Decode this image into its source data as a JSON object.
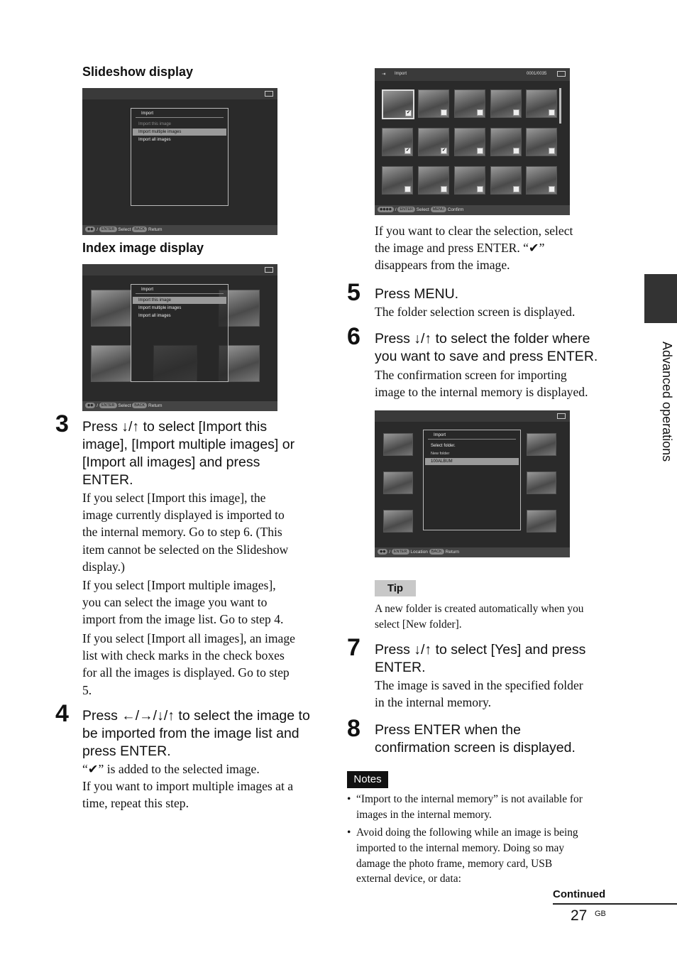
{
  "left": {
    "slideshow_heading": "Slideshow display",
    "index_heading": "Index image display",
    "step3": {
      "num": "3",
      "head": [
        "Press ↓/↑ to select [Import this",
        "image], [Import multiple images] or",
        "[Import all images] and press",
        "ENTER."
      ],
      "p1": [
        "If you select [Import this image], the",
        "image currently displayed is imported to",
        "the internal memory. Go to step 6. (This",
        "item cannot be selected on the Slideshow",
        "display.)"
      ],
      "p2": [
        "If you select [Import multiple images],",
        "you can select the image you want to",
        "import from the image list. Go to step 4."
      ],
      "p3": [
        "If you select [Import all images], an image",
        "list with check marks in the check boxes",
        "for all the images is displayed. Go to step",
        "5."
      ]
    },
    "step4": {
      "num": "4",
      "head": [
        "Press ←/→/↓/↑ to select the image to",
        "be imported from the image list and",
        "press ENTER."
      ],
      "p1": "“✔” is added to the selected image.",
      "p2": [
        "If you want to import multiple images at a",
        "time, repeat this step."
      ]
    }
  },
  "screen1": {
    "menu_title": "Import",
    "items": [
      "Import this image",
      "Import multiple images",
      "Import all images"
    ],
    "bar_enter": "ENTER",
    "bar_select": "Select",
    "bar_back": "BACK",
    "bar_return": "Return"
  },
  "screen2": {
    "menu_title": "Import",
    "items": [
      "Import this image",
      "Import multiple images",
      "Import all images"
    ],
    "bar_enter": "ENTER",
    "bar_select": "Select",
    "bar_back": "BACK",
    "bar_return": "Return"
  },
  "screen3": {
    "title": "Import",
    "counter": "0001/0035",
    "bar_enter": "ENTER",
    "bar_select": "Select",
    "bar_menu": "MENU",
    "bar_confirm": "Confirm"
  },
  "screen4": {
    "menu_title": "Import",
    "select_folder": "Select folder.",
    "new_folder": "New folder",
    "album": "100ALBUM",
    "bar_enter": "ENTER",
    "bar_location": "Location",
    "bar_back": "BACK",
    "bar_return": "Return"
  },
  "right": {
    "clear_text": [
      "If you want to clear the selection, select",
      "the image and press ENTER. “✔”",
      "disappears from the image."
    ],
    "step5": {
      "num": "5",
      "head": "Press MENU.",
      "body": "The folder selection screen is displayed."
    },
    "step6": {
      "num": "6",
      "head": [
        "Press ↓/↑ to select the folder where",
        "you want to save and press ENTER."
      ],
      "body": [
        "The confirmation screen for importing",
        "image to the internal memory is displayed."
      ]
    },
    "tip_label": "Tip",
    "tip_text": [
      "A new folder is created automatically when you",
      "select [New folder]."
    ],
    "step7": {
      "num": "7",
      "head": [
        "Press ↓/↑ to select [Yes] and press",
        "ENTER."
      ],
      "body": [
        "The image is saved in the specified folder",
        "in the internal memory."
      ]
    },
    "step8": {
      "num": "8",
      "head": [
        "Press ENTER when the",
        "confirmation screen is displayed."
      ]
    },
    "notes_label": "Notes",
    "note1": [
      "“Import to the internal memory” is not available for",
      "images in the internal memory."
    ],
    "note2": [
      "Avoid doing the following while an image is being",
      "imported to the internal memory. Doing so may",
      "damage the photo frame, memory card, USB",
      "external device, or data:"
    ]
  },
  "side_label": "Advanced operations",
  "continued": "Continued",
  "page_number": "27",
  "page_suffix": "GB"
}
